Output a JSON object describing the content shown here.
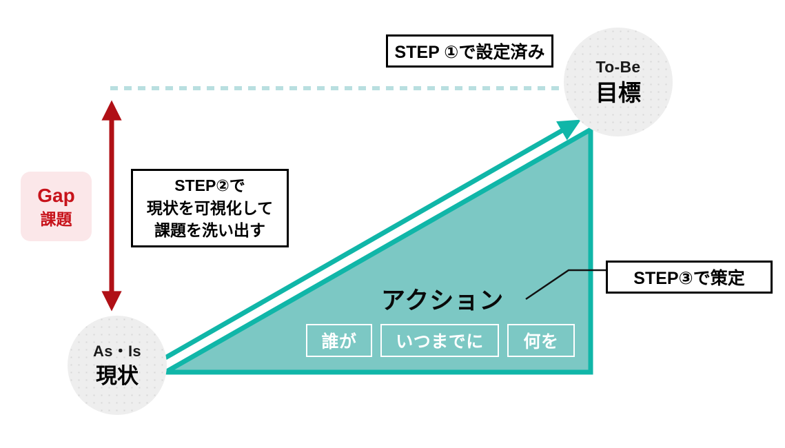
{
  "diagram": {
    "title_text": "As-Is / To-Be gap and action plan diagram",
    "colors": {
      "teal_stroke": "#10b6a8",
      "teal_fill": "#7cc8c4",
      "dashed_guide": "#b9dfe0",
      "gap_red": "#c7131b",
      "gap_bg": "#fbe7e9",
      "circle_grey": "#eeeeee",
      "outline_black": "#000000"
    }
  },
  "nodes": {
    "as_is": {
      "en": "As・Is",
      "jp": "現状"
    },
    "to_be": {
      "en": "To-Be",
      "jp": "目標"
    }
  },
  "gap": {
    "en": "Gap",
    "jp": "課題"
  },
  "callouts": {
    "step1": "STEP ①で設定済み",
    "step2_line1": "STEP②で",
    "step2_line2": "現状を可視化して",
    "step2_line3": "課題を洗い出す",
    "step3": "STEP③で策定"
  },
  "action": {
    "title": "アクション",
    "tags": [
      "誰が",
      "いつまでに",
      "何を"
    ]
  }
}
